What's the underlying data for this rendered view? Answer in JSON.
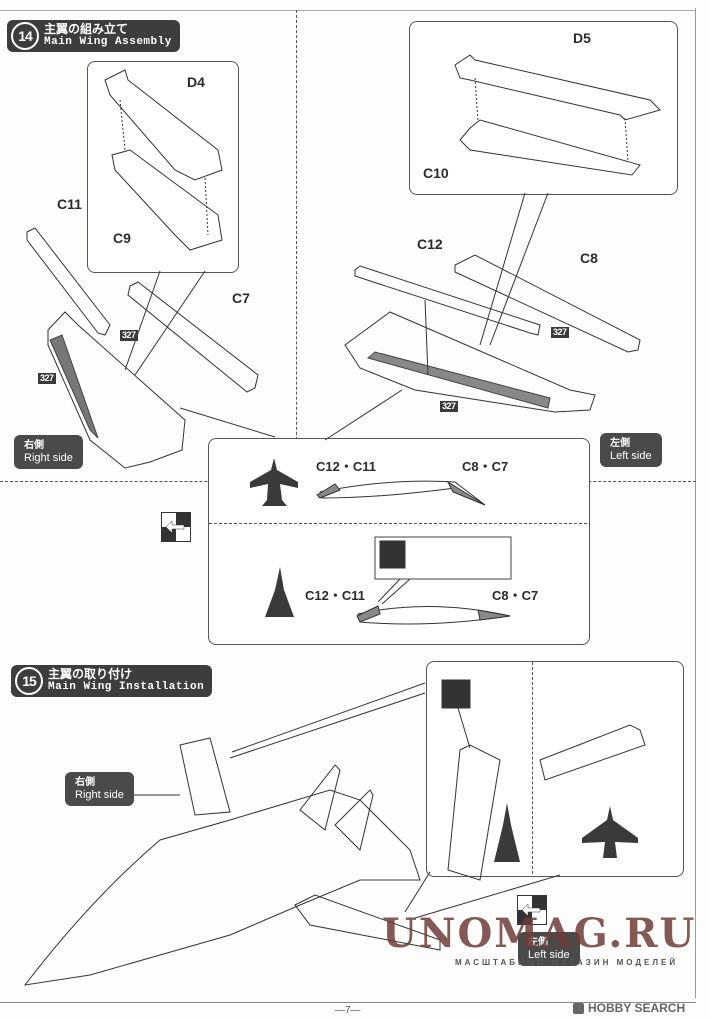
{
  "page": {
    "number_label": "—7—",
    "footer_brand": "HOBBY SEARCH",
    "watermark": "UNOMAG.RU",
    "watermark_sub": "МАСШТАБНЫЙ МАГАЗИН МОДЕЛЕЙ"
  },
  "step14": {
    "number": "14",
    "title_jp": "主翼の組み立て",
    "title_en": "Main Wing Assembly",
    "right_side": {
      "jp": "右側",
      "en": "Right side"
    },
    "left_side": {
      "jp": "左側",
      "en": "Left side"
    },
    "parts": {
      "d4": "D4",
      "c9": "C9",
      "c11": "C11",
      "c7": "C7",
      "d5": "D5",
      "c10": "C10",
      "c12": "C12",
      "c8": "C8"
    },
    "paint_tags": [
      "327",
      "327",
      "327",
      "327"
    ],
    "detail": {
      "top": {
        "leading": "C12・C11",
        "trailing": "C8・C7"
      },
      "bottom": {
        "leading": "C12・C11",
        "trailing": "C8・C7"
      }
    }
  },
  "step15": {
    "number": "15",
    "title_jp": "主翼の取り付け",
    "title_en": "Main Wing Installation",
    "right_side": {
      "jp": "右側",
      "en": "Right side"
    },
    "left_side": {
      "jp": "左側",
      "en": "Left side"
    }
  }
}
